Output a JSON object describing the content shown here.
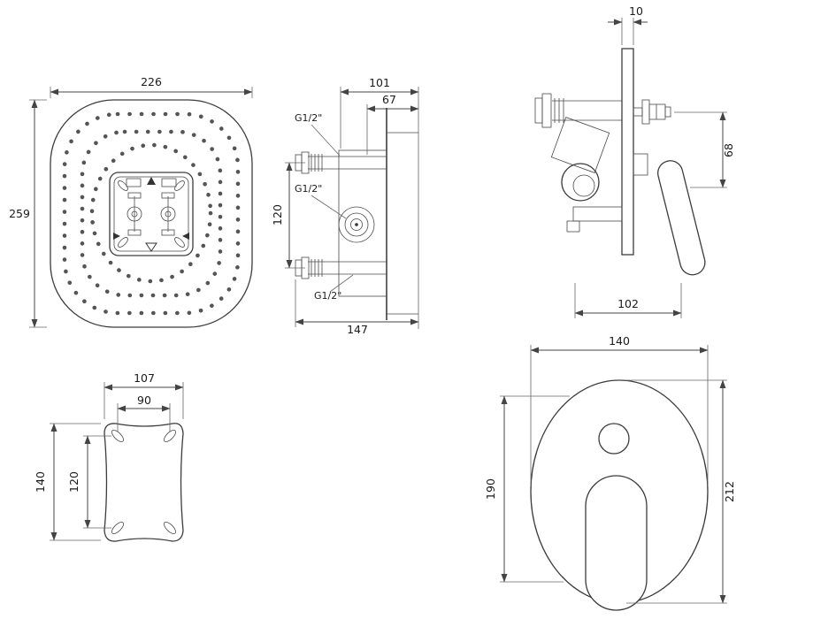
{
  "views": {
    "showerhead": {
      "dims": {
        "width": "226",
        "height": "259"
      }
    },
    "valve": {
      "dims": {
        "depth_total": "101",
        "depth_front": "67",
        "inlet_spacing": "120",
        "width_total": "147"
      },
      "labels": {
        "thread_top": "G1/2\"",
        "thread_mid": "G1/2\"",
        "thread_bottom": "G1/2\""
      }
    },
    "mixer_side": {
      "dims": {
        "plate_thickness": "10",
        "height_offset": "68",
        "width": "102"
      }
    },
    "bracket": {
      "dims": {
        "width_outer": "107",
        "width_slots": "90",
        "height_outer": "140",
        "height_slots": "120"
      }
    },
    "trim": {
      "dims": {
        "width": "140",
        "height_inner": "190",
        "height_outer": "212"
      }
    }
  }
}
